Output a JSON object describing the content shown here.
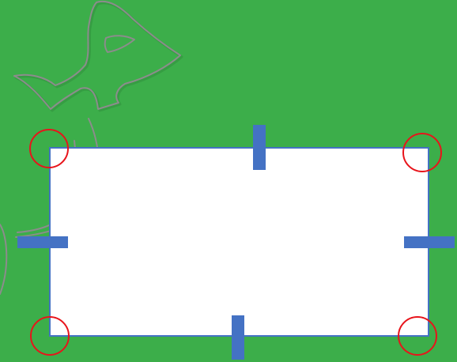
{
  "colors": {
    "background": "#3cae4a",
    "rectangle_fill": "#ffffff",
    "rectangle_border": "#4472c4",
    "handle": "#4472c4",
    "corner_marker": "#e8141b",
    "decoration_outline": "#8c8c8c",
    "decoration_shadow": "#2a7f36"
  },
  "elements": {
    "main_rectangle": "rectangle",
    "corner_markers": [
      "top-left",
      "top-right",
      "bottom-left",
      "bottom-right"
    ],
    "side_handles": [
      "top",
      "right",
      "bottom",
      "left"
    ],
    "decoration": "leaf-outline-icon"
  }
}
